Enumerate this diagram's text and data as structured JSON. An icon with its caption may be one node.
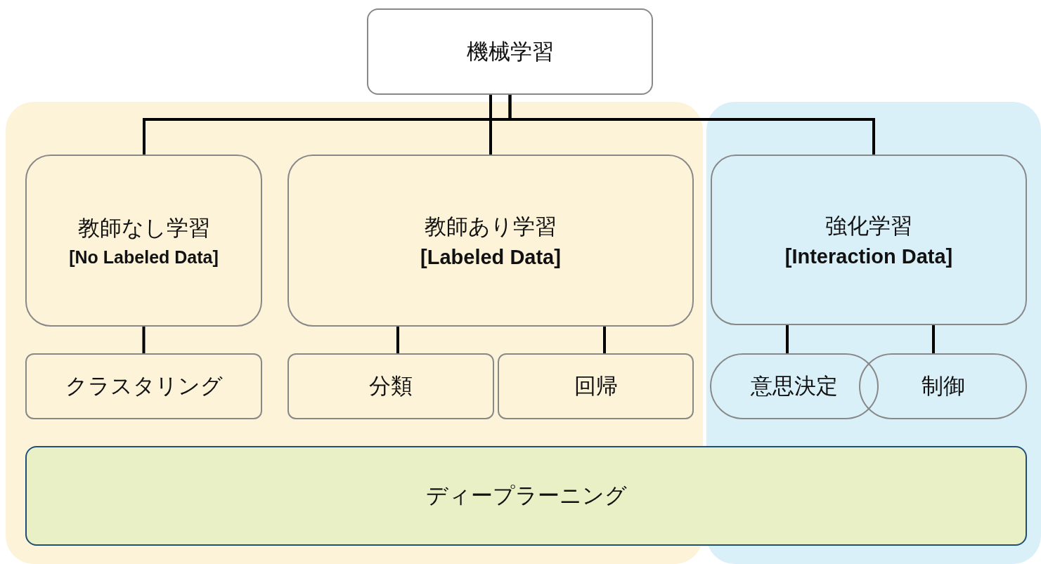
{
  "diagram": {
    "nodes": [
      {
        "text": [
          "機械学習"
        ]
      },
      {
        "text": [
          "教師なし学習",
          "[No Labeled Data]"
        ]
      },
      {
        "text": [
          "教師あり学習",
          "[Labeled Data]"
        ]
      },
      {
        "text": [
          "強化学習",
          "[Interaction Data]"
        ]
      },
      {
        "text": [
          "クラスタリング"
        ]
      },
      {
        "text": [
          "分類"
        ]
      },
      {
        "text": [
          "回帰"
        ]
      },
      {
        "text": [
          "意思決定"
        ]
      },
      {
        "text": [
          "制御"
        ]
      },
      {
        "text": [
          "ディープラーニング"
        ]
      }
    ],
    "edges": [
      {
        "from": 0,
        "to": 1,
        "arrow": "none"
      },
      {
        "from": 0,
        "to": 2,
        "arrow": "none"
      },
      {
        "from": 0,
        "to": 3,
        "arrow": "none"
      },
      {
        "from": 1,
        "to": 4,
        "arrow": "none"
      },
      {
        "from": 2,
        "to": 5,
        "arrow": "none"
      },
      {
        "from": 2,
        "to": 6,
        "arrow": "none"
      },
      {
        "from": 3,
        "to": 7,
        "arrow": "none"
      },
      {
        "from": 3,
        "to": 8,
        "arrow": "none"
      }
    ]
  }
}
